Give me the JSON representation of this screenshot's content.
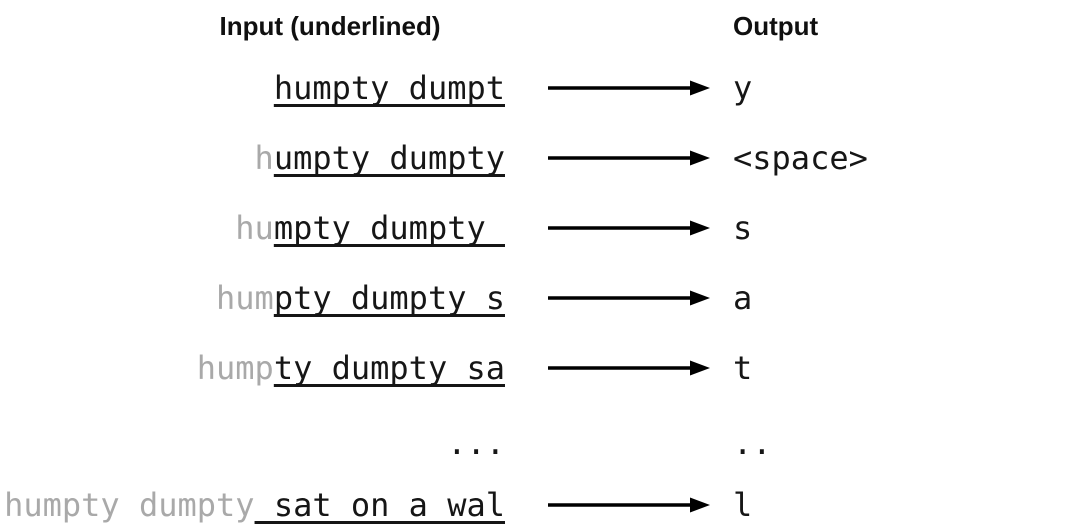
{
  "headers": {
    "input": "Input (underlined)",
    "output": "Output"
  },
  "rows": [
    {
      "prefix": "",
      "window": "humpty dumpt",
      "underlined": true,
      "output": "y",
      "arrow": true
    },
    {
      "prefix": "h",
      "window": "umpty dumpty",
      "underlined": true,
      "output": "<space>",
      "arrow": true
    },
    {
      "prefix": "hu",
      "window": "mpty dumpty ",
      "underlined": true,
      "output": "s",
      "arrow": true
    },
    {
      "prefix": "hum",
      "window": "pty dumpty s",
      "underlined": true,
      "output": "a",
      "arrow": true
    },
    {
      "prefix": "hump",
      "window": "ty dumpty sa",
      "underlined": true,
      "output": "t",
      "arrow": true
    },
    {
      "prefix": "",
      "window": "...",
      "underlined": false,
      "output": "..",
      "arrow": false
    },
    {
      "prefix": "humpty dumpty",
      "window": " sat on a wal",
      "underlined": true,
      "output": "l",
      "arrow": true
    }
  ],
  "colors": {
    "background": "#ffffff",
    "text": "#161616",
    "prefix_gray": "#a9a9a9",
    "arrow": "#000000"
  }
}
